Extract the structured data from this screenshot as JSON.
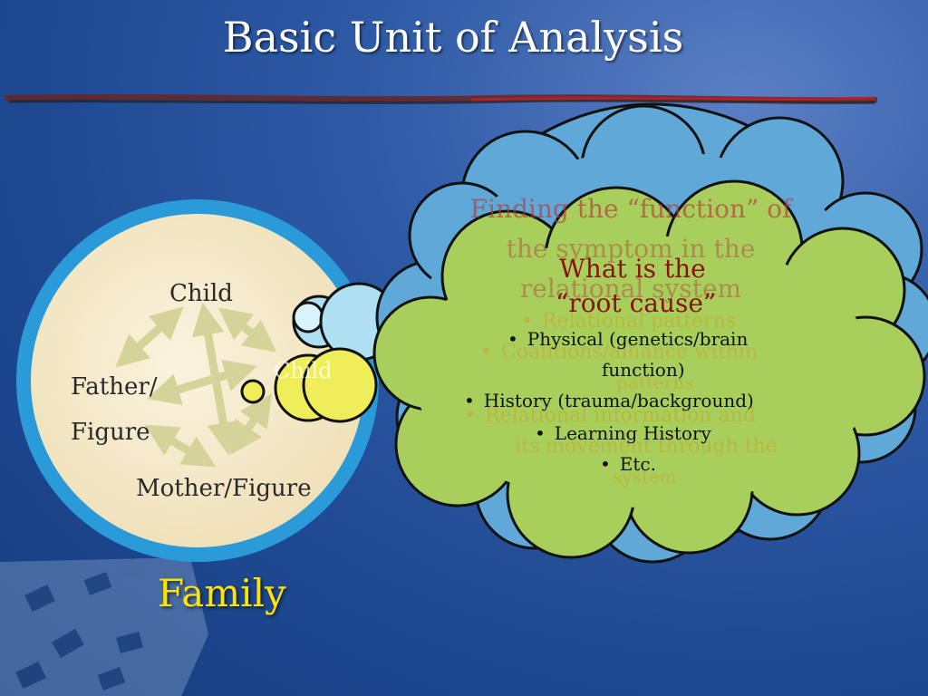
{
  "slide": {
    "title": "Basic Unit of Analysis"
  },
  "family_circle": {
    "label": "Family",
    "nodes": {
      "child": "Child",
      "father_line1": "Father/",
      "father_line2": "Figure",
      "mother": "Mother/Figure"
    },
    "faded_child": "Child"
  },
  "back_cloud": {
    "title_line1": "Finding the “function” of",
    "title_line2": "the symptom in the",
    "title_line3": "relational system",
    "bullets": [
      "Relational patterns",
      "Coalitions/alliance within",
      "patterns",
      "Relational information and",
      "its movement through the",
      "system"
    ]
  },
  "front_cloud": {
    "title_line1": "What is the",
    "title_line2": "“root cause”",
    "bullets": [
      "Physical (genetics/brain",
      "function)",
      "History (trauma/background)",
      "Learning History",
      "Etc."
    ]
  },
  "colors": {
    "background": "#1f4a93",
    "circle_ring": "#2a9bd8",
    "circle_fill": "#f8ecd0",
    "arrows": "#d4d39a",
    "family_label": "#ffe400",
    "back_cloud": "#5fa8d8",
    "front_cloud": "#a8cf5c",
    "thought_bubble": "#f0ed5a"
  }
}
